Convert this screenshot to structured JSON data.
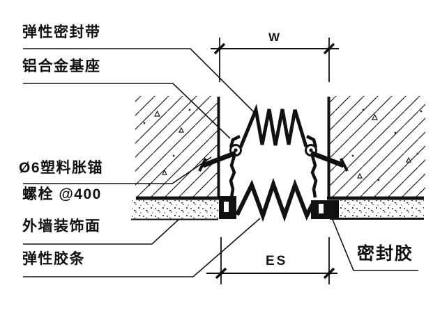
{
  "drawing": {
    "kind": "expansion-joint construction detail",
    "background": "#ffffff",
    "ink": "#141414"
  },
  "labels": {
    "elastic_sealing_strip": "弹性密封带",
    "aluminum_alloy_base": "铝合金基座",
    "anchor_line1": "Ø6塑料胀锚",
    "anchor_line2": "螺栓 @400",
    "exterior_wall_finish": "外墙装饰面",
    "elastic_rubber_strip": "弹性胶条",
    "sealant": "密封胶"
  },
  "dimensions": {
    "width_label": "W",
    "joint_label": "ES"
  }
}
